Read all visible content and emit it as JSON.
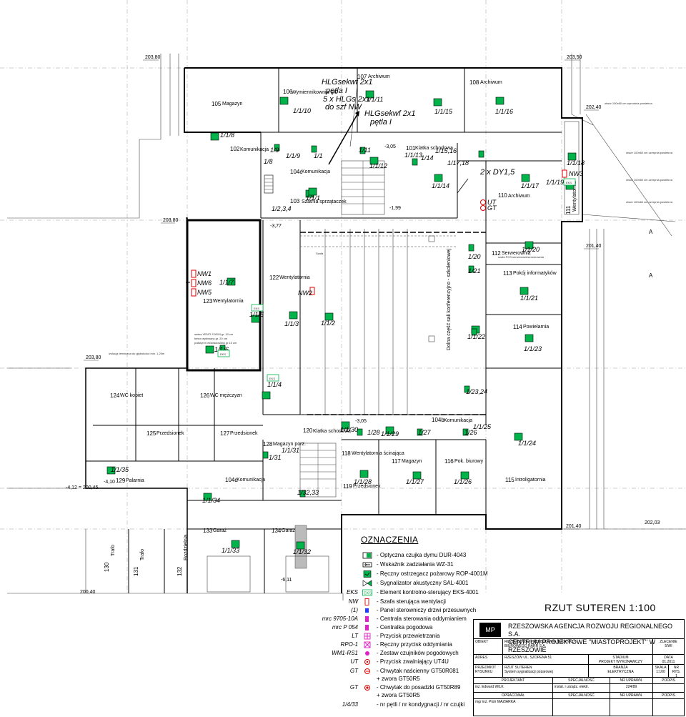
{
  "elevations": [
    "203,80",
    "203,50",
    "202,40",
    "203,80",
    "201,40",
    "203,80",
    "-4,12 = 200,45",
    "201,40",
    "202,03",
    "200,40",
    "-3,05",
    "-3,05",
    "-3,77",
    "-1,99",
    "-4,10",
    "-6,11"
  ],
  "annotations": {
    "window_note_1": "otwór 100x60 cm wyrzutnia powietrza",
    "window_note_2": "otwór 100x60 cm czerpnia powietrza",
    "window_note_3": "otwór 100x60 cm czerpnia powietrza",
    "window_note_4": "otwór 100x60 cm czerpnia powietrza",
    "insulation": "izolacja termiczna do głębokości min. 1,20m",
    "wall_layers": [
      "wełna VENTI FIXEM gr. 10 cm",
      "beton wylewany gr. 20 cm",
      "polistyren ekstradowany gr.10 cm"
    ],
    "meeting_hall": "Dolna część sali konferencyjno - szkoleniowej",
    "server_note": "szafa PCS serwerowni/serwerownia",
    "loop_callout_1": [
      "HLGsekwf 2x1",
      "pętla I"
    ],
    "loop_callout_2": [
      "5 x HLGs 2x1",
      "do szf NW"
    ],
    "loop_callout_3": [
      "HLGsekwf 2x1",
      "pętla I"
    ],
    "cable_callout": "2 x DY1,5",
    "room_names_misc": [
      "Szafa"
    ]
  },
  "rooms": [
    {
      "num": "105",
      "name": "Magazyn"
    },
    {
      "num": "106",
      "name": "Wymiennikownia CO"
    },
    {
      "num": "107",
      "name": "Archiwum"
    },
    {
      "num": "108",
      "name": "Archiwum"
    },
    {
      "num": "102",
      "name": "Komunikacja"
    },
    {
      "num": "101",
      "name": "Klatka schodowa"
    },
    {
      "num": "104c",
      "name": "Komunikacja"
    },
    {
      "num": "103",
      "name": "Szatnia sprzątaczek"
    },
    {
      "num": "110",
      "name": "Archiwum"
    },
    {
      "num": "111",
      "name": "Wentylatornia"
    },
    {
      "num": "112",
      "name": "Serwerownia"
    },
    {
      "num": "113",
      "name": "Pokój informatyków"
    },
    {
      "num": "114",
      "name": "Powielarnia"
    },
    {
      "num": "122",
      "name": "Wentylatornia"
    },
    {
      "num": "123",
      "name": "Wentylatornia"
    },
    {
      "num": "124",
      "name": "WC kobiet"
    },
    {
      "num": "126",
      "name": "WC mężczyzn"
    },
    {
      "num": "125",
      "name": "Przedsionek"
    },
    {
      "num": "127",
      "name": "Przedsionek"
    },
    {
      "num": "128",
      "name": "Magazyn porz."
    },
    {
      "num": "120",
      "name": "Klatka schodowa"
    },
    {
      "num": "104b",
      "name": "Komunikacja"
    },
    {
      "num": "118",
      "name": "Wentylatornia ścinająca"
    },
    {
      "num": "117",
      "name": "Magazyn"
    },
    {
      "num": "116",
      "name": "Pok. biurowy"
    },
    {
      "num": "115",
      "name": "Introligatornia"
    },
    {
      "num": "129",
      "name": "Palarnia"
    },
    {
      "num": "104d",
      "name": "Komunikacja"
    },
    {
      "num": "119",
      "name": "Przedsionek"
    },
    {
      "num": "133",
      "name": "Garaż"
    },
    {
      "num": "134",
      "name": "Garaż"
    },
    {
      "num": "130",
      "name": "Trafo"
    },
    {
      "num": "131",
      "name": "Trafo"
    },
    {
      "num": "132",
      "name": "Rozdzielnia"
    }
  ],
  "detector_labels": [
    "1/1/8",
    "1/8",
    "1/1/9",
    "1/9",
    "1/1",
    "1/11",
    "1/1/10",
    "1/1/11",
    "1/1/15",
    "1/1/16",
    "1/1/12",
    "1/1/13",
    "1/14",
    "1/15,16",
    "1/17,18",
    "1/1/18",
    "1/1/14",
    "1/1/17",
    "1/1/19",
    "1/1/1",
    "1/2,3,4",
    "1/1/20",
    "1/20",
    "1/21",
    "1/1/21",
    "1/1/7",
    "1/1/5",
    "1/1/3",
    "1/1/2",
    "1/1/22",
    "1/1/23",
    "1/1/6",
    "1/1/4",
    "1/23,24",
    "1/1/30",
    "1/28",
    "1/1/29",
    "1/27",
    "1/26",
    "1/1/25",
    "1/1/24",
    "1/1/31",
    "1/31",
    "1/1/28",
    "1/1/27",
    "1/1/26",
    "1/1/35",
    "1/32,33",
    "1/1/34",
    "1/1/33",
    "1/1/32"
  ],
  "panel_labels": [
    "NW1",
    "NW6",
    "NW5",
    "NW2",
    "NW3",
    "EKS",
    "EKS",
    "EKS",
    "EKS",
    "UT",
    "GT"
  ],
  "legend": {
    "title": "OZNACZENIA",
    "items": [
      {
        "key": "",
        "symbol": "smoke",
        "text": "- Optyczna czujka dymu DUR-4043"
      },
      {
        "key": "",
        "symbol": "indicator",
        "text": "- Wskaźnik zadziałania WZ-31"
      },
      {
        "key": "",
        "symbol": "manual",
        "text": "- Ręczny ostrzegacz pożarowy ROP-4001M"
      },
      {
        "key": "",
        "symbol": "sounder",
        "text": "- Sygnalizator akustyczny SAL-4001"
      },
      {
        "key": "EKS",
        "symbol": "eks",
        "text": "- Element kontrolno-sterujący EKS-4001"
      },
      {
        "key": "NW",
        "symbol": "nw",
        "text": "- Szafa sterująca wentylacji"
      },
      {
        "key": "(1)",
        "symbol": "blue",
        "text": "- Panel sterowniczy drzwi przesuwnych"
      },
      {
        "key": "mrc 9705-10A",
        "symbol": "magenta",
        "text": "- Centrala sterowania oddymianiem"
      },
      {
        "key": "mrc P 054",
        "symbol": "magenta",
        "text": "- Centralka pogodowa"
      },
      {
        "key": "LT",
        "symbol": "lt",
        "text": "- Przycisk przewietrzania"
      },
      {
        "key": "RPO-1",
        "symbol": "rpo",
        "text": "- Ręczny przycisk oddymiania"
      },
      {
        "key": "WM1-RS1",
        "symbol": "wm",
        "text": "- Zestaw czujników pogodowych"
      },
      {
        "key": "UT",
        "symbol": "ut",
        "text": "- Przycisk zwalniający UT4U"
      },
      {
        "key": "GT",
        "symbol": "gt",
        "text": "- Chwytak naścienny GT50R081"
      },
      {
        "key": "",
        "symbol": "",
        "text": "+ zwora GT50R5"
      },
      {
        "key": "GT",
        "symbol": "gt2",
        "text": "- Chwytak do posadzki GT50R89"
      },
      {
        "key": "",
        "symbol": "",
        "text": "+ zwora GT50R5"
      },
      {
        "key": "1/4/33",
        "symbol": "",
        "text": "- nr pętli / nr kondygnacji / nr czujki"
      }
    ]
  },
  "title": "RZUT SUTEREN  1:100",
  "section_marks": [
    "A",
    "A"
  ],
  "title_block": {
    "company_line1": "RZESZOWSKA AGENCJA ROZWOJU REGIONALNEGO  S.A.",
    "company_line2": "CENTRUM PROJEKTOWE \"MIASTOPROJEKT\" W RZESZOWIE",
    "logo": "MP",
    "obiekt_label": "OBIEKT",
    "obiekt_value": [
      "ROZBUDOWA I PRZEBUDOWA BUDYNKU",
      "BIUROWEGO RARR S.A."
    ],
    "zlecenie_label": "ZLECENIE",
    "zlecenie_value": "5/WI",
    "adres_label": "ADRES",
    "adres_value": "RZESZÓW  UL. SZOPENA 51",
    "stadium_label": "STADIUM",
    "stadium_value": "PROJEKT WYKONAWCZY",
    "data_label": "DATA",
    "data_value": "01.2011",
    "przedmiot_label": [
      "PRZEDMIOT",
      "RYSUNKU"
    ],
    "przedmiot_value": [
      "RZUT SUTEREN",
      "System sygnalizacji pożarowej"
    ],
    "branza_label": "BRANŻA",
    "branza_value": "ELEKTRYCZNA",
    "skala_label": "SKALA",
    "skala_value": "1:100",
    "nr_rys_label": "NR RYS.",
    "nr_rys_value": "1",
    "headers": [
      "PROJEKTANT",
      "SPECJALNOŚĆ",
      "NR UPRAWN.",
      "PODPIS"
    ],
    "row1": [
      "inż. Edward WILK",
      "instal. i urządz. elektr.",
      "224/89",
      ""
    ],
    "headers2": [
      "OPRACOWAŁ",
      "SPECJALNOŚĆ",
      "NR UPRAWN.",
      "PODPIS"
    ],
    "row2": [
      "mgr inż. Piotr MAZIARKA",
      "",
      "",
      ""
    ]
  }
}
